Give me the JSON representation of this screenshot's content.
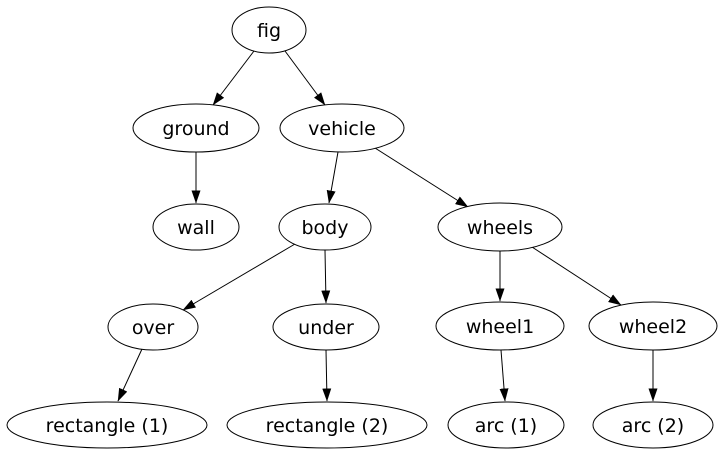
{
  "diagram": {
    "type": "tree-graph",
    "background_color": "#ffffff",
    "node_fill_color": "#ffffff",
    "stroke_color": "#000000",
    "text_color": "#000000",
    "nodes": [
      {
        "id": "fig",
        "label": "fig"
      },
      {
        "id": "ground",
        "label": "ground"
      },
      {
        "id": "vehicle",
        "label": "vehicle"
      },
      {
        "id": "wall",
        "label": "wall"
      },
      {
        "id": "body",
        "label": "body"
      },
      {
        "id": "wheels",
        "label": "wheels"
      },
      {
        "id": "over",
        "label": "over"
      },
      {
        "id": "under",
        "label": "under"
      },
      {
        "id": "wheel1",
        "label": "wheel1"
      },
      {
        "id": "wheel2",
        "label": "wheel2"
      },
      {
        "id": "rectangle1",
        "label": "rectangle (1)"
      },
      {
        "id": "rectangle2",
        "label": "rectangle (2)"
      },
      {
        "id": "arc1",
        "label": "arc (1)"
      },
      {
        "id": "arc2",
        "label": "arc (2)"
      }
    ],
    "edges": [
      {
        "from": "fig",
        "to": "ground"
      },
      {
        "from": "fig",
        "to": "vehicle"
      },
      {
        "from": "ground",
        "to": "wall"
      },
      {
        "from": "vehicle",
        "to": "body"
      },
      {
        "from": "vehicle",
        "to": "wheels"
      },
      {
        "from": "body",
        "to": "over"
      },
      {
        "from": "body",
        "to": "under"
      },
      {
        "from": "wheels",
        "to": "wheel1"
      },
      {
        "from": "wheels",
        "to": "wheel2"
      },
      {
        "from": "over",
        "to": "rectangle1"
      },
      {
        "from": "under",
        "to": "rectangle2"
      },
      {
        "from": "wheel1",
        "to": "arc1"
      },
      {
        "from": "wheel2",
        "to": "arc2"
      }
    ]
  }
}
